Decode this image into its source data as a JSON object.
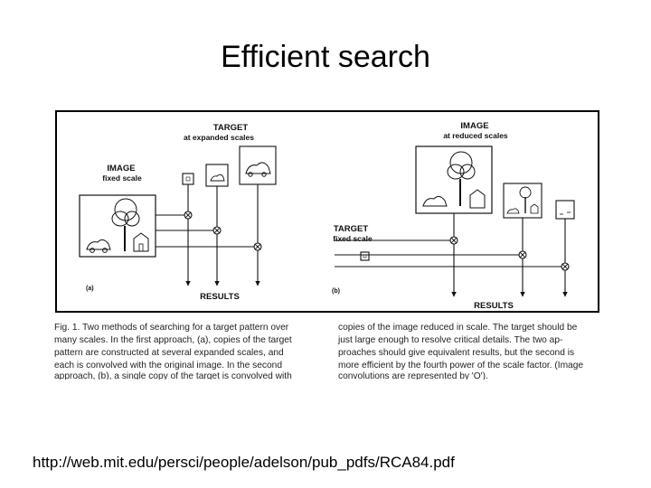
{
  "slide": {
    "title": "Efficient search",
    "url": "http://web.mit.edu/persci/people/adelson/pub_pdfs/RCA84.pdf"
  },
  "figure": {
    "panel_a": {
      "target_label": "TARGET",
      "target_sub": "at expanded scales",
      "image_label": "IMAGE",
      "image_sub": "fixed scale",
      "results_label": "RESULTS",
      "panel_tag": "(a)"
    },
    "panel_b": {
      "image_label": "IMAGE",
      "image_sub": "at reduced scales",
      "target_label": "TARGET",
      "target_sub": "fixed scale",
      "results_label": "RESULTS",
      "panel_tag": "(b)"
    },
    "caption_left": [
      "Fig. 1. Two methods of searching for a target pattern over",
      "many scales. In the first approach, (a), copies of the target",
      "pattern are constructed at several expanded scales, and",
      "each is convolved with the original image. In the second",
      "approach, (b), a single copy of the target is convolved with"
    ],
    "caption_right": [
      "copies of the image reduced in scale. The target should be",
      "just large enough to resolve critical details. The two ap-",
      "proaches should give equivalent results, but the second is",
      "more efficient by the fourth power of the scale factor. (Image",
      "convolutions are represented by 'O')."
    ]
  },
  "colors": {
    "ink": "#111111",
    "frame": "#000000",
    "background": "#ffffff"
  }
}
